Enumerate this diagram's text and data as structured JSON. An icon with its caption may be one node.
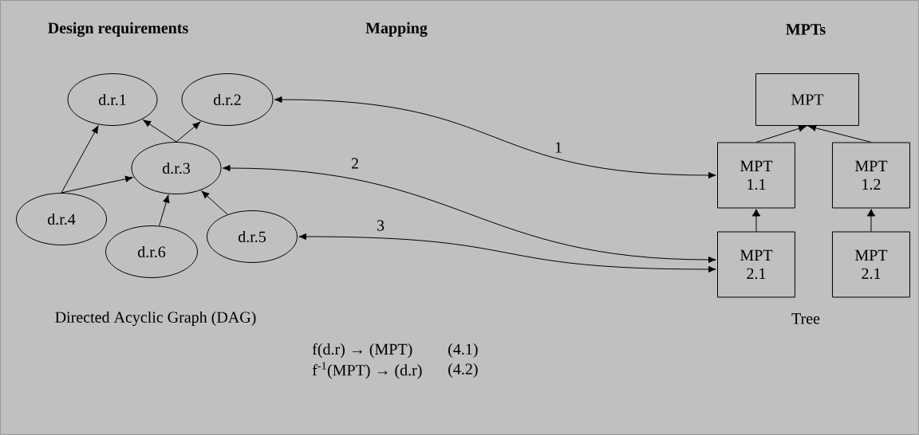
{
  "diagram": {
    "nodes": [
      {
        "text": [
          "d.r.1"
        ]
      },
      {
        "text": [
          "d.r.2"
        ]
      },
      {
        "text": [
          "d.r.3"
        ]
      },
      {
        "text": [
          "d.r.4"
        ]
      },
      {
        "text": [
          "d.r.5"
        ]
      },
      {
        "text": [
          "d.r.6"
        ]
      },
      {
        "text": [
          "MPT"
        ]
      },
      {
        "text": [
          "MPT 1.1"
        ]
      },
      {
        "text": [
          "MPT 1.2"
        ]
      },
      {
        "text": [
          "MPT 2.1"
        ]
      },
      {
        "text": [
          "MPT 2.1"
        ]
      }
    ],
    "edges": [
      {
        "from": 2,
        "to": 0,
        "arrow": "to"
      },
      {
        "from": 2,
        "to": 1,
        "arrow": "to"
      },
      {
        "from": 3,
        "to": 0,
        "arrow": "to"
      },
      {
        "from": 3,
        "to": 2,
        "arrow": "to"
      },
      {
        "from": 5,
        "to": 2,
        "arrow": "to"
      },
      {
        "from": 4,
        "to": 2,
        "arrow": "to"
      },
      {
        "from": 1,
        "to": 7,
        "arrow": "both",
        "label": "1"
      },
      {
        "from": 2,
        "to": 9,
        "arrow": "both",
        "label": "2"
      },
      {
        "from": 4,
        "to": 9,
        "arrow": "both",
        "label": "3"
      },
      {
        "from": 7,
        "to": 6,
        "arrow": "to"
      },
      {
        "from": 8,
        "to": 6,
        "arrow": "to"
      },
      {
        "from": 9,
        "to": 7,
        "arrow": "to"
      },
      {
        "from": 10,
        "to": 8,
        "arrow": "to"
      }
    ],
    "labels": [
      "Design requirements",
      "Mapping",
      "MPTs",
      "Directed Acyclic Graph (DAG)",
      "Tree",
      "f(d.r) → (MPT)",
      "(4.1)",
      "f$^{-1}$(MPT) → (d.r)",
      "(4.2)"
    ]
  }
}
